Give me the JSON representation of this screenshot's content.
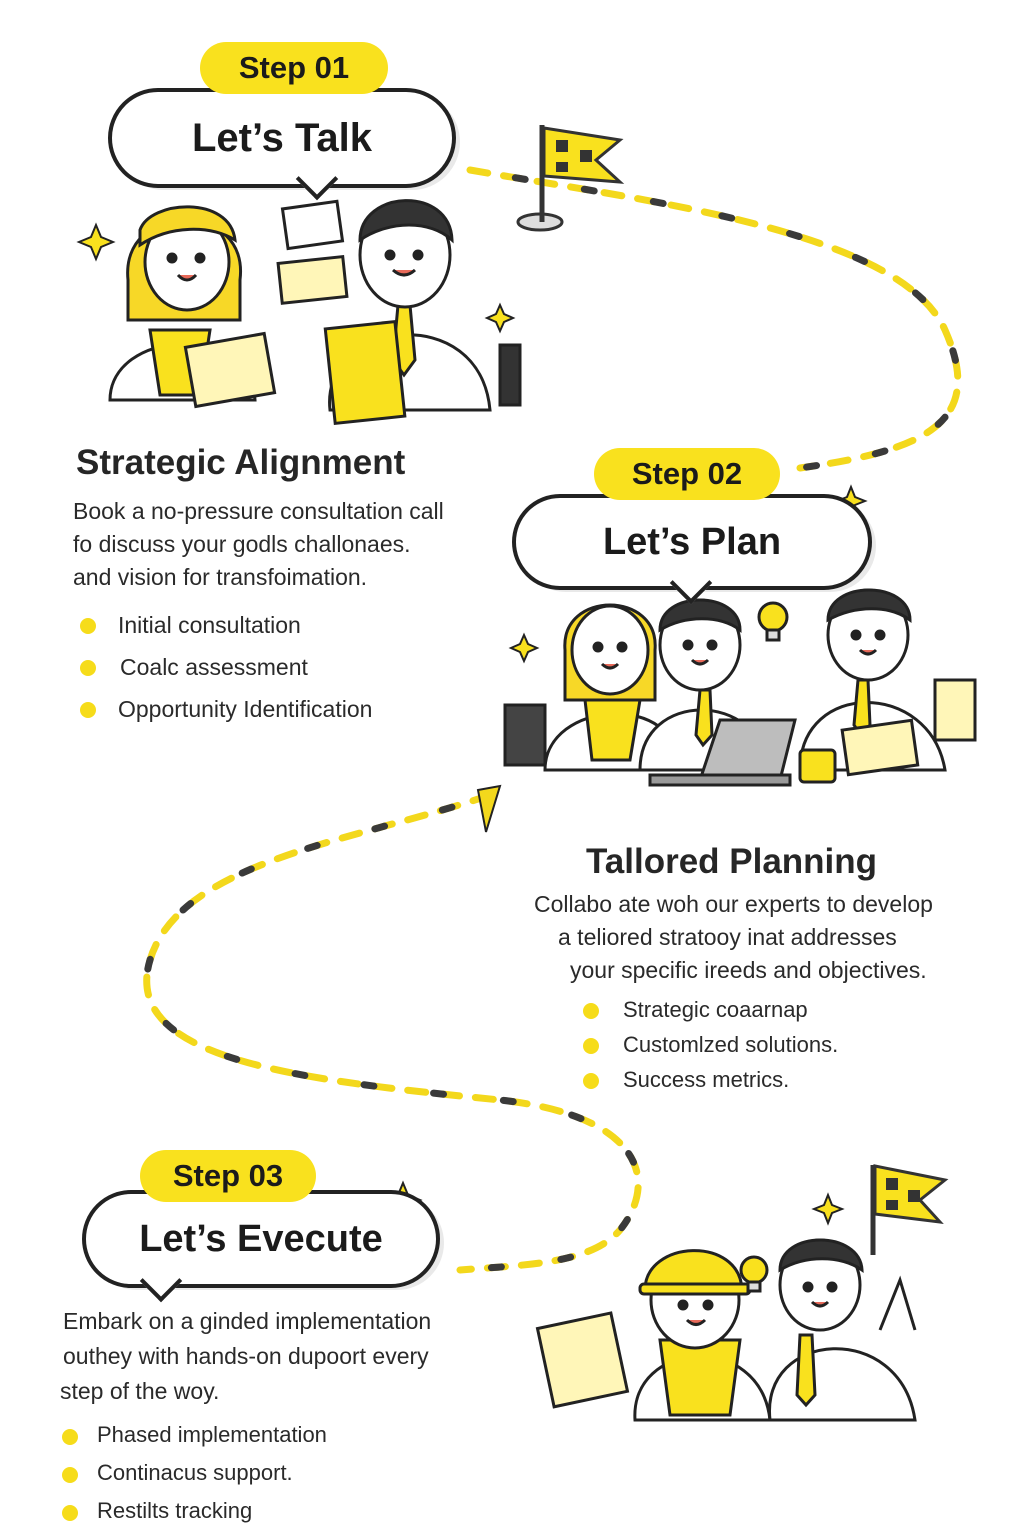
{
  "colors": {
    "accent": "#f9e11e",
    "ink": "#222222",
    "text": "#2a2a2a"
  },
  "steps": [
    {
      "step_label": "Step 01",
      "bubble_title": "Let’s Talk",
      "heading": "Strategic Alignment",
      "description": [
        "Book a no-pressure consultation call",
        "fo discuss your godls  challonaes.",
        "and vision for transfoimation."
      ],
      "bullets": [
        "Initial consultation",
        "Coalc assessment",
        "Opportunity Identification"
      ]
    },
    {
      "step_label": "Step 02",
      "bubble_title": "Let’s Plan",
      "heading": "Tallored Planning",
      "description": [
        "Collabo ate woh our experts to develop",
        "a teliored stratooy inat addresses",
        "your specific ireeds and objectives."
      ],
      "bullets": [
        "Strategic coaarnap",
        "Customlzed solutions.",
        "Success metrics."
      ]
    },
    {
      "step_label": "Step 03",
      "bubble_title": "Let’s Evecute",
      "heading": "",
      "description": [
        "Embark on a ginded implementation",
        "outhey with hands-on dupoort every",
        "step of the woy."
      ],
      "bullets": [
        "Phased implementation",
        "Continacus support.",
        "Restilts tracking"
      ]
    }
  ],
  "icons": [
    "checkered-flag-icon",
    "sparkle-icon",
    "lightbulb-icon",
    "coffee-mug-icon",
    "laptop-icon",
    "clipboard-icon"
  ]
}
